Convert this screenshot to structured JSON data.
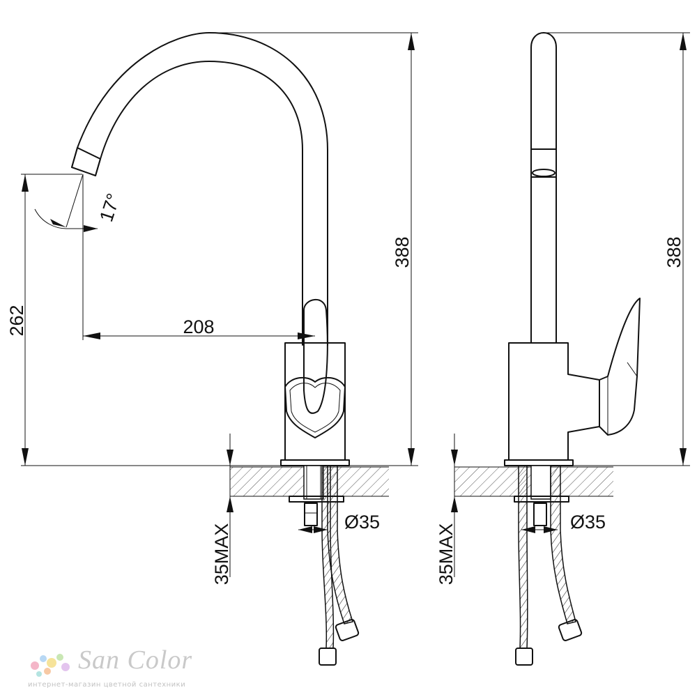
{
  "dimensions": {
    "front_height": "388",
    "side_height": "388",
    "spout_height": "262",
    "spout_reach": "208",
    "spout_angle": "17°",
    "front_hole_diameter": "Ø35",
    "side_hole_diameter": "Ø35",
    "front_counter_thickness": "35MAX",
    "side_counter_thickness": "35MAX"
  },
  "watermark": {
    "name": "SanColor",
    "tagline": "интернет-магазин цветной сантехники",
    "dot_colors": [
      "#f4b6c8",
      "#b8d8f4",
      "#f6e39a",
      "#c9e7b4",
      "#e3c4ee",
      "#f7c9a4",
      "#b4e4e1"
    ]
  }
}
